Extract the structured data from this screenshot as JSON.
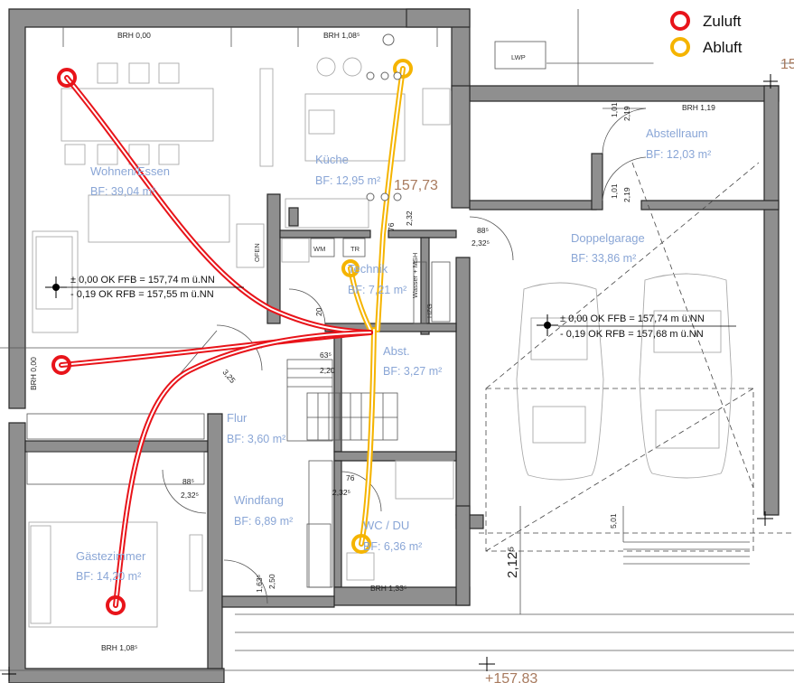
{
  "legend": {
    "supply_label": "Zuluft",
    "exhaust_label": "Abluft",
    "supply_color": "#e8141a",
    "exhaust_color": "#f5b400"
  },
  "rooms": {
    "wohnen": {
      "name": "Wohnen/Essen",
      "area": "BF:    39,04 m²",
      "brh": "BRH 0,00"
    },
    "kueche": {
      "name": "Küche",
      "area": "BF: 12,95 m²",
      "brh": "BRH 1,08⁵"
    },
    "abstellraum": {
      "name": "Abstellraum",
      "area": "BF: 12,03 m²",
      "brh": "BRH 1,19"
    },
    "garage": {
      "name": "Doppelgarage",
      "area": "BF:    33,86 m²"
    },
    "technik": {
      "name": "Technik",
      "area": "BF: 7,21 m²"
    },
    "abst": {
      "name": "Abst.",
      "area": "BF: 3,27 m²"
    },
    "flur": {
      "name": "Flur",
      "area": "BF: 3,60 m²"
    },
    "windfang": {
      "name": "Windfang",
      "area": "BF: 6,89 m²"
    },
    "wc": {
      "name": "WC / DU",
      "area": "BF: 6,36 m²",
      "brh": "BRH 1,33⁵"
    },
    "gast": {
      "name": "Gästezimmer",
      "area": "BF:  14,20 m²",
      "brh": "BRH 1,08⁵"
    }
  },
  "levels": {
    "house_line1": "± 0,00 OK FFB = 157,74 m ü.NN",
    "house_line2": "- 0,19 OK RFB = 157,55 m ü.NN",
    "garage_line1": "± 0,00 OK FFB = 157,74 m ü.NN",
    "garage_line2": "- 0,19 OK RFB = 157,68 m ü.NN"
  },
  "elevations": {
    "center": "157,73",
    "bottom": "+157,83",
    "right_edge": "15"
  },
  "labels": {
    "lwp": "LWP",
    "wm": "WM",
    "tr": "TR",
    "offen": "OFEN",
    "hzg": "HZG",
    "wasser": "Wasser + MSH",
    "brh_left": "BRH 0,00"
  },
  "dimensions": {
    "d101a": "1,01",
    "d219a": "2,19",
    "d101b": "1,01",
    "d219b": "2,19",
    "d885_top": "88⁵",
    "d2325_top": "2,32⁵",
    "d76_top": "76",
    "d232_top": "2,32",
    "d885_gast": "88⁵",
    "d2325_gast": "2,32⁵",
    "d76_wc": "76",
    "d2325_wc": "2,32⁵",
    "d63": "63⁵",
    "d220": "2,20",
    "d20": "20",
    "d2125": "2,12⁵",
    "d501": "5,01",
    "d163": "1,63⁵",
    "d250": "2,50",
    "d325": "3,25"
  },
  "ducts": {
    "supply_count": 3,
    "exhaust_count": 3
  }
}
